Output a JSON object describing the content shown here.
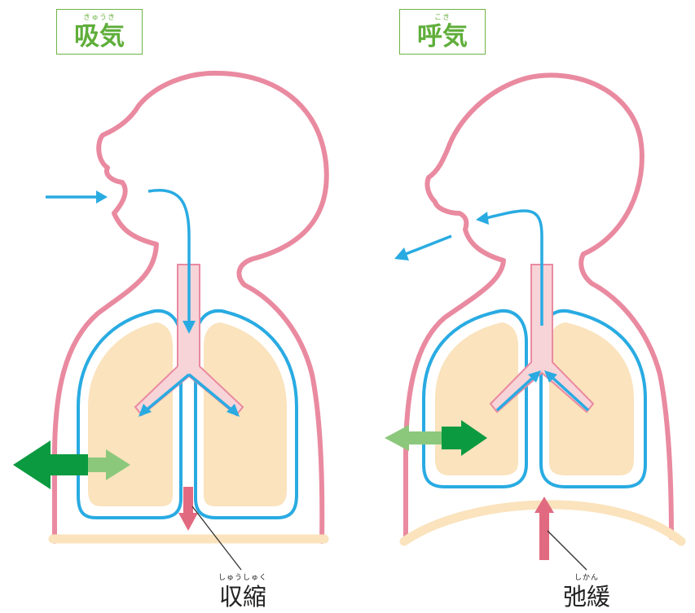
{
  "inhale": {
    "ruby": "きゅうき",
    "title": "吸気",
    "muscle_ruby": "しゅうしゅく",
    "muscle_label": "収縮"
  },
  "exhale": {
    "ruby": "こき",
    "title": "呼気",
    "muscle_ruby": "しかん",
    "muscle_label": "弛緩"
  },
  "colors": {
    "body_outline": "#e98aa0",
    "airflow": "#29abe2",
    "lung_fill": "#fae3bd",
    "trachea_fill": "#f7d4d8",
    "diaphragm": "#fae3bd",
    "arrow_dark_green": "#0c9a40",
    "arrow_light_green": "#8cc87c",
    "diaphragm_arrow": "#e16a80",
    "title_green": "#5fae3a"
  }
}
